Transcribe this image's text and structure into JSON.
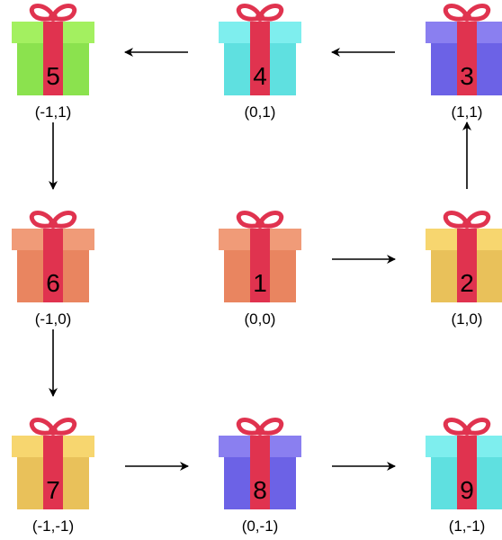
{
  "colors": {
    "ribbon": "#e0334f",
    "ribbon_dark": "#c42a40",
    "arrow": "#000000",
    "background": "#ffffff"
  },
  "gifts": [
    {
      "id": "g1",
      "number": "1",
      "coord": "(0,0)",
      "lid": "#f09b78",
      "box": "#e98560"
    },
    {
      "id": "g2",
      "number": "2",
      "coord": "(1,0)",
      "lid": "#f7d66f",
      "box": "#e9c15a"
    },
    {
      "id": "g3",
      "number": "3",
      "coord": "(1,1)",
      "lid": "#8a7ff0",
      "box": "#6c62e6"
    },
    {
      "id": "g4",
      "number": "4",
      "coord": "(0,1)",
      "lid": "#7eeeee",
      "box": "#5fe0e0"
    },
    {
      "id": "g5",
      "number": "5",
      "coord": "(-1,1)",
      "lid": "#a3f060",
      "box": "#8be24e"
    },
    {
      "id": "g6",
      "number": "6",
      "coord": "(-1,0)",
      "lid": "#f09b78",
      "box": "#e98560"
    },
    {
      "id": "g7",
      "number": "7",
      "coord": "(-1,-1)",
      "lid": "#f7d66f",
      "box": "#e9c15a"
    },
    {
      "id": "g8",
      "number": "8",
      "coord": "(0,-1)",
      "lid": "#8a7ff0",
      "box": "#6c62e6"
    },
    {
      "id": "g9",
      "number": "9",
      "coord": "(1,-1)",
      "lid": "#7eeeee",
      "box": "#5fe0e0"
    }
  ],
  "arrows": [
    {
      "from": "1",
      "to": "2"
    },
    {
      "from": "2",
      "to": "3"
    },
    {
      "from": "3",
      "to": "4"
    },
    {
      "from": "4",
      "to": "5"
    },
    {
      "from": "5",
      "to": "6"
    },
    {
      "from": "6",
      "to": "7"
    },
    {
      "from": "7",
      "to": "8"
    },
    {
      "from": "8",
      "to": "9"
    }
  ]
}
